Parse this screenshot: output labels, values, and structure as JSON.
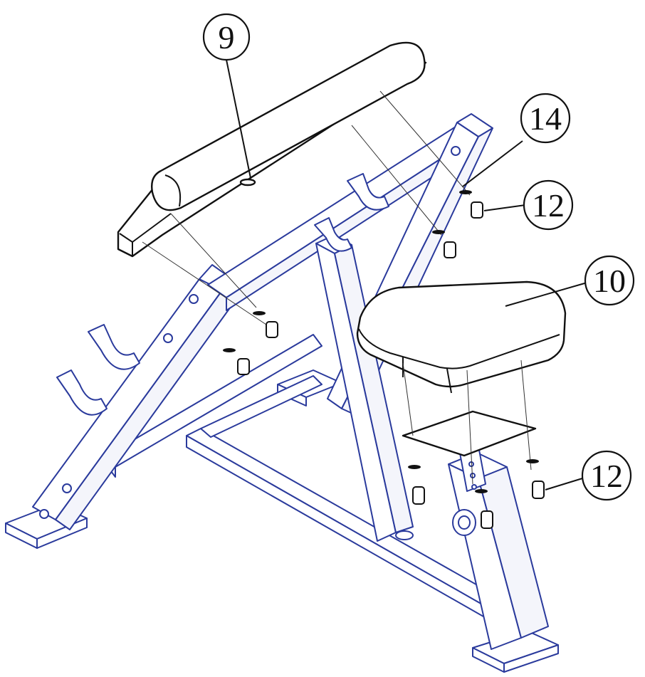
{
  "diagram": {
    "colors": {
      "frame": "#2a3a9c",
      "ink": "#111111",
      "background": "#ffffff"
    },
    "callouts": [
      {
        "id": "callout-9",
        "label": "9"
      },
      {
        "id": "callout-14",
        "label": "14"
      },
      {
        "id": "callout-12-top",
        "label": "12"
      },
      {
        "id": "callout-10",
        "label": "10"
      },
      {
        "id": "callout-12-bottom",
        "label": "12"
      }
    ]
  }
}
